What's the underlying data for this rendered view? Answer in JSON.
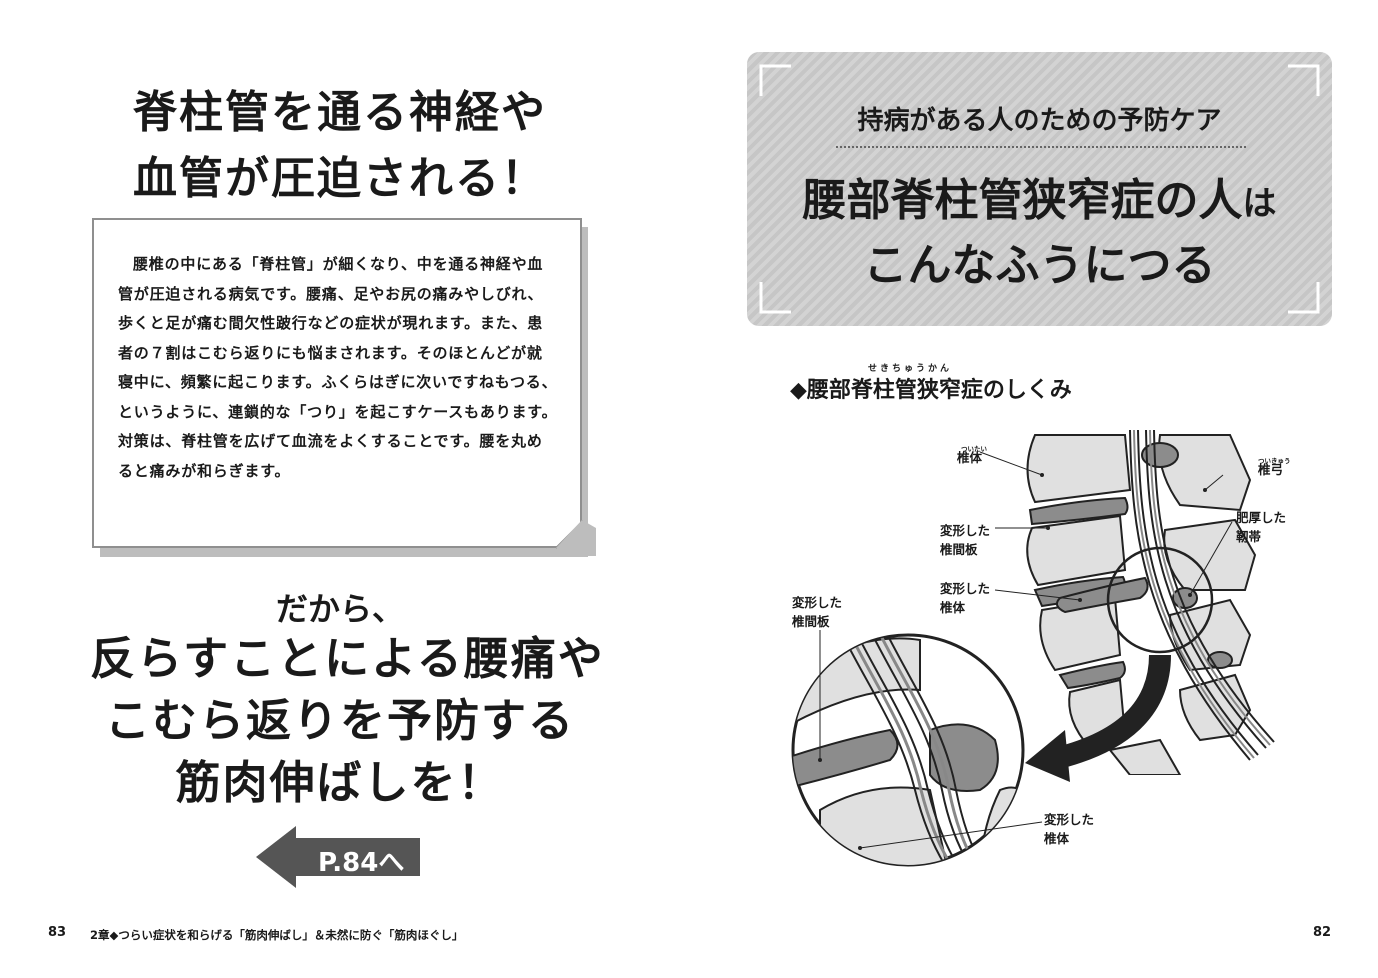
{
  "left": {
    "title_lines": [
      "脊柱管を通る神経や",
      "血管が圧迫される！"
    ],
    "body": "腰椎の中にある「脊柱管」が細くなり、中を通る神経や血管が圧迫される病気です。腰痛、足やお尻の痛みやしびれ、歩くと足が痛む間欠性跛行などの症状が現れます。また、患者の７割はこむら返りにも悩まされます。そのほとんどが就寝中に、頻繁に起こります。ふくらはぎに次いですねもつる、というように、連鎖的な「つり」を起こすケースもあります。対策は、脊柱管を広げて血流をよくすることです。腰を丸めると痛みが和らぎます。",
    "so_line": "だから、",
    "cta_lines": [
      "反らすことによる腰痛や",
      "こむら返りを予防する",
      "筋肉伸ばしを！"
    ],
    "arrow_label": "P.84へ"
  },
  "right": {
    "header_sub": "持病がある人のための予防ケア",
    "header_main_a": "腰部脊柱管狭窄症の人",
    "header_main_b": "は",
    "header_main_line2": "こんなふうにつる",
    "section_title": "◆腰部脊柱管狭窄症のしくみ",
    "section_ruby": "せきちゅうかん",
    "labels": {
      "vertebral_body_top": "椎体",
      "vertebral_body_top_ruby": "ついたい",
      "vertebral_arch": "椎弓",
      "vertebral_arch_ruby": "ついきゅう",
      "thick_ligament_1": "肥厚した",
      "thick_ligament_2": "靭帯",
      "deformed_disc_1": "変形した",
      "deformed_disc_2": "椎間板",
      "deformed_body_1": "変形した",
      "deformed_body_2": "椎体",
      "zoom_disc_1": "変形した",
      "zoom_disc_2": "椎間板",
      "zoom_body_1": "変形した",
      "zoom_body_2": "椎体"
    }
  },
  "footer": {
    "left_page_number": "83",
    "chapter": "2章◆つらい症状を和らげる「筋肉伸ばし」＆未然に防ぐ「筋肉ほぐし」",
    "right_page_number": "82"
  }
}
